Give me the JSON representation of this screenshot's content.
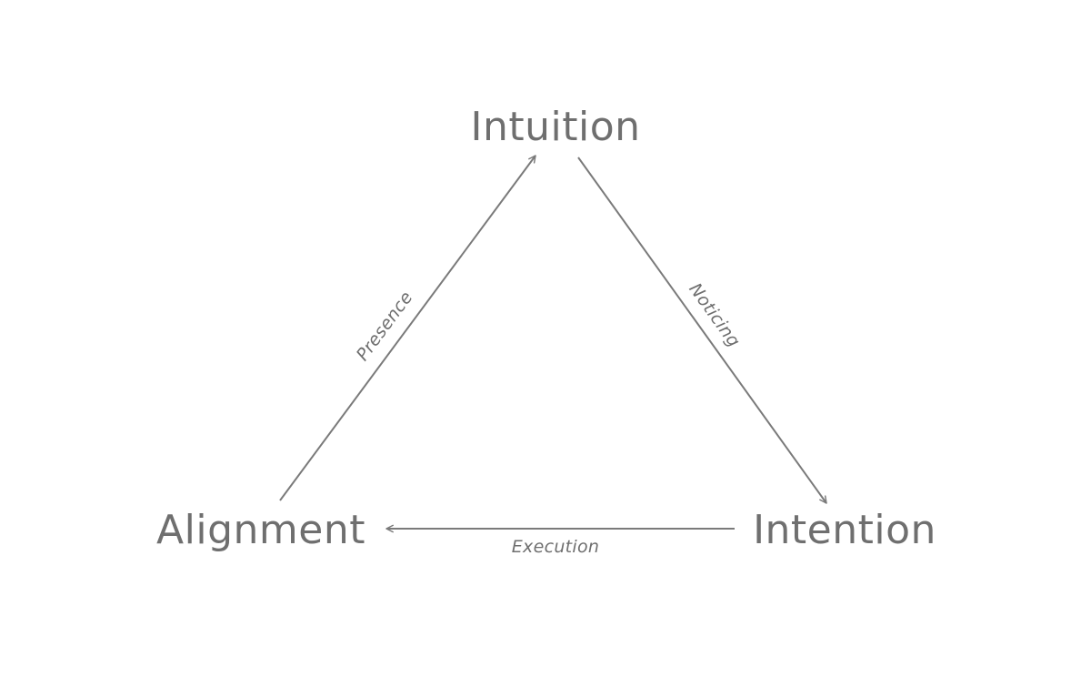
{
  "colors": {
    "text": "#6f6f6f",
    "line": "#7a7a7a",
    "background": "#ffffff"
  },
  "nodes": {
    "intuition": "Intuition",
    "intention": "Intention",
    "alignment": "Alignment"
  },
  "edges": {
    "noticing": "Noticing",
    "execution": "Execution",
    "presence": "Presence"
  }
}
